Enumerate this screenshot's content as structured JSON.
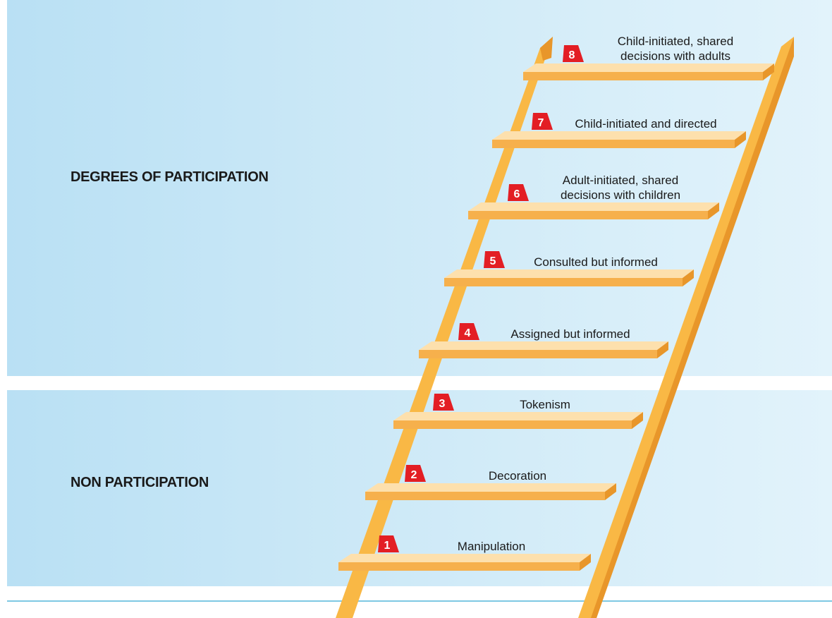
{
  "sections": {
    "participation_label": "DEGREES OF PARTICIPATION",
    "non_participation_label": "NON PARTICIPATION"
  },
  "rungs": [
    {
      "number": "1",
      "line1": "Manipulation",
      "line2": ""
    },
    {
      "number": "2",
      "line1": "Decoration",
      "line2": ""
    },
    {
      "number": "3",
      "line1": "Tokenism",
      "line2": ""
    },
    {
      "number": "4",
      "line1": "Assigned but informed",
      "line2": ""
    },
    {
      "number": "5",
      "line1": "Consulted but informed",
      "line2": ""
    },
    {
      "number": "6",
      "line1": "Adult-initiated, shared",
      "line2": "decisions with children"
    },
    {
      "number": "7",
      "line1": "Child-initiated and directed",
      "line2": ""
    },
    {
      "number": "8",
      "line1": "Child-initiated, shared",
      "line2": "decisions with adults"
    }
  ],
  "colors": {
    "rail_face": "#f9b845",
    "rail_side": "#e8962a",
    "rung_top": "#fde0ad",
    "rung_front": "#f6b04c",
    "badge": "#e31e24",
    "badge_text": "#ffffff"
  }
}
